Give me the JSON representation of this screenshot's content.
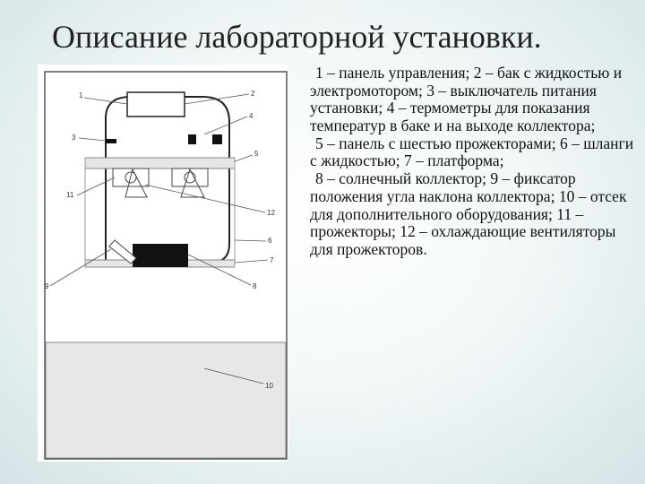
{
  "slide": {
    "title": "Описание лабораторной установки."
  },
  "figure": {
    "labels": [
      "1",
      "2",
      "3",
      "4",
      "5",
      "11",
      "12",
      "6",
      "7",
      "9",
      "8",
      "10"
    ]
  },
  "description": {
    "paragraphs": [
      "1 – панель управления; 2 – бак с жидкостью и электромотором; 3 – выключатель питания установки; 4 – термометры для показания температур в баке и на выходе коллектора;",
      "5 – панель с шестью прожекторами; 6 – шланги с жидкостью; 7 – платформа;",
      "8 – солнечный коллектор; 9 – фиксатор положения угла наклона коллектора; 10 – отсек для дополнительного оборудования; 11 – прожекторы; 12 – охлаждающие вентиляторы для прожекторов."
    ]
  }
}
